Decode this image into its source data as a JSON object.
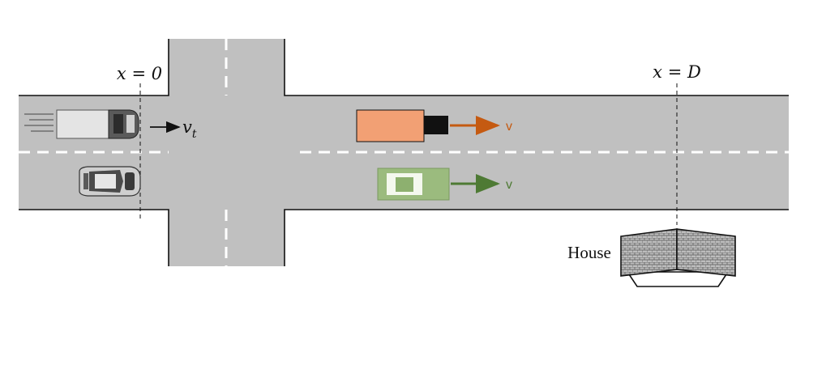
{
  "labels": {
    "x0": "x = 0",
    "xD": "x = D",
    "vt_base": "v",
    "vt_sub": "t",
    "v_orange": "v",
    "v_green": "v",
    "house": "House"
  },
  "colors": {
    "road": "#c0c0c0",
    "lane_marking": "#ffffff",
    "orange_vehicle": "#f2a074",
    "orange_arrow": "#c55a11",
    "green_vehicle": "#9bbb7e",
    "green_arrow": "#4e7a34",
    "dark": "#111111"
  },
  "icons": {
    "truck": "moving-truck-icon",
    "car": "car-icon",
    "house": "house-roof-icon"
  }
}
